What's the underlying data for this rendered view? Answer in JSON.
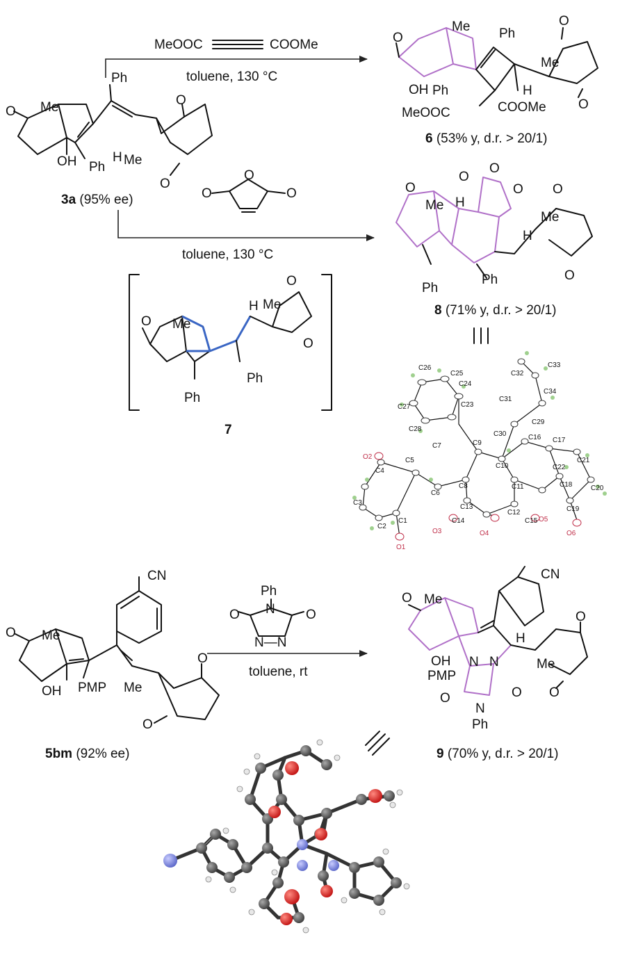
{
  "reaction1": {
    "reagent": "MeOOC",
    "reagent_right": "COOMe",
    "conditions": "toluene, 130 °C"
  },
  "reaction2": {
    "conditions": "toluene, 130 °C"
  },
  "reaction3": {
    "reagent_top": "Ph",
    "reagent_n": "N",
    "reagent_nn": "N—N",
    "conditions": "toluene, rt"
  },
  "compounds": {
    "sm1": {
      "number": "3a",
      "note": "(95% ee)"
    },
    "p6": {
      "number": "6",
      "note": "(53% y, d.r. > 20/1)"
    },
    "p8": {
      "number": "8",
      "note": "(71% y, d.r. > 20/1)"
    },
    "int7": {
      "number": "7"
    },
    "sm2": {
      "number": "5bm",
      "note": "(92% ee)"
    },
    "p9": {
      "number": "9",
      "note": "(70% y, d.r. > 20/1)"
    }
  },
  "atom_labels": {
    "me": "Me",
    "ph": "Ph",
    "oh": "OH",
    "o": "O",
    "h": "H",
    "meooc": "MeOOC",
    "coome": "COOMe",
    "cn": "CN",
    "pmp": "PMP",
    "n": "N"
  },
  "ortep_labels": [
    "C1",
    "C2",
    "C3",
    "C4",
    "C5",
    "C6",
    "C7",
    "C8",
    "C9",
    "C10",
    "C11",
    "C12",
    "C13",
    "C14",
    "C15",
    "C16",
    "C17",
    "C18",
    "C19",
    "C20",
    "C21",
    "C22",
    "C23",
    "C24",
    "C25",
    "C26",
    "C27",
    "C28",
    "C29",
    "C30",
    "C31",
    "C32",
    "C33",
    "C34"
  ],
  "ortep_oxygen_labels": [
    "O1",
    "O2",
    "O3",
    "O4",
    "O5",
    "O6"
  ],
  "colors": {
    "highlight": "#b070c8",
    "new_bonds": "#3a66c4",
    "oxygen": "#d0202a",
    "nitrogen": "#7a86d8",
    "carbon": "#555555"
  }
}
